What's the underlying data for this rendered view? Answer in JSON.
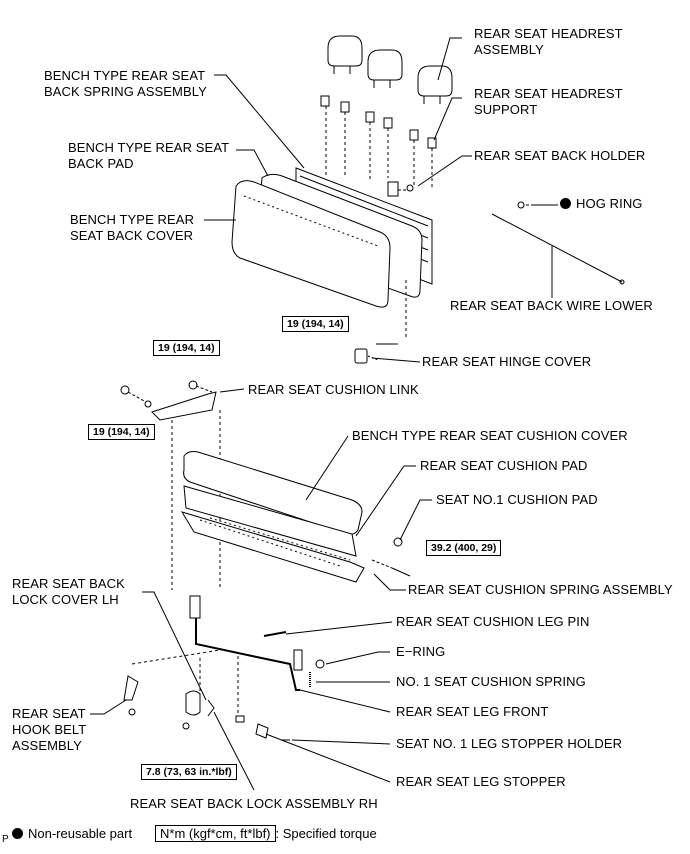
{
  "labels": {
    "headrest_assembly": [
      "REAR SEAT HEADREST",
      "ASSEMBLY"
    ],
    "headrest_support": [
      "REAR SEAT HEADREST",
      "SUPPORT"
    ],
    "back_holder": "REAR SEAT BACK HOLDER",
    "hog_ring": "HOG RING",
    "back_wire_lower": "REAR SEAT BACK WIRE LOWER",
    "hinge_cover": "REAR SEAT HINGE COVER",
    "back_spring_assembly": [
      "BENCH TYPE REAR SEAT",
      "BACK SPRING ASSEMBLY"
    ],
    "back_pad": [
      "BENCH TYPE REAR SEAT",
      "BACK PAD"
    ],
    "back_cover": [
      "BENCH TYPE REAR",
      "SEAT BACK COVER"
    ],
    "cushion_link": "REAR SEAT CUSHION LINK",
    "cushion_cover": "BENCH TYPE REAR SEAT CUSHION COVER",
    "cushion_pad": "REAR SEAT CUSHION PAD",
    "seat_no1_cushion_pad": "SEAT NO.1 CUSHION PAD",
    "cushion_spring_assembly": "REAR SEAT CUSHION SPRING ASSEMBLY",
    "cushion_leg_pin": "REAR SEAT CUSHION LEG PIN",
    "e_ring": "E−RING",
    "no1_seat_cushion_spring": "NO. 1 SEAT CUSHION SPRING",
    "leg_front": "REAR SEAT LEG FRONT",
    "leg_stopper_holder": "SEAT NO. 1 LEG STOPPER HOLDER",
    "leg_stopper": "REAR SEAT LEG STOPPER",
    "back_lock_assembly_rh": "REAR SEAT BACK LOCK ASSEMBLY RH",
    "back_lock_cover_lh": [
      "REAR SEAT BACK",
      "LOCK COVER LH"
    ],
    "hook_belt_assembly": [
      "REAR SEAT",
      "HOOK BELT",
      "ASSEMBLY"
    ]
  },
  "torques": {
    "hinge": "19 (194, 14)",
    "link_upper": "19 (194, 14)",
    "link_lower": "19 (194, 14)",
    "spring_assembly": "39.2 (400, 29)",
    "lock": "7.8 (73, 63 in.*lbf)"
  },
  "legend": {
    "prefix": "P",
    "non_reusable": "Non-reusable part",
    "torque_unit": "N*m (kgf*cm, ft*lbf)",
    "specified_torque": ": Specified torque"
  }
}
